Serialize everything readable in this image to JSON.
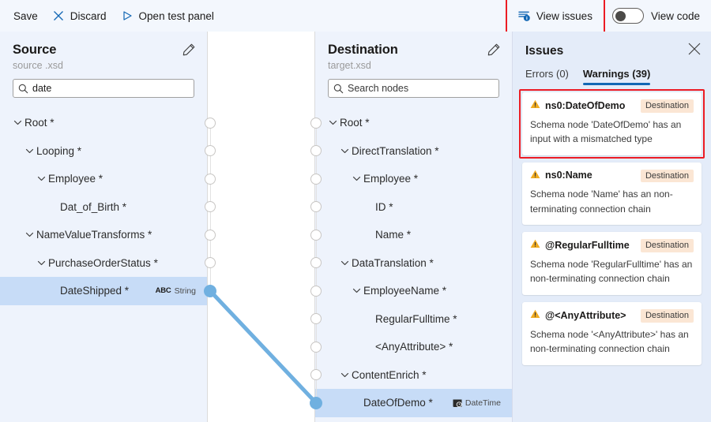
{
  "toolbar": {
    "save_label": "Save",
    "discard_label": "Discard",
    "open_test_panel_label": "Open test panel",
    "view_issues_label": "View issues",
    "view_code_label": "View code",
    "highlight_color": "#ec1c24",
    "accent_color": "#1267b4"
  },
  "source": {
    "title": "Source",
    "subtitle": "source .xsd",
    "search_value": "date",
    "search_placeholder": "Search nodes",
    "nodes": [
      {
        "label": "Root *",
        "indent": 0,
        "chevron": true,
        "selected": false,
        "type": ""
      },
      {
        "label": "Looping *",
        "indent": 1,
        "chevron": true,
        "selected": false,
        "type": ""
      },
      {
        "label": "Employee *",
        "indent": 2,
        "chevron": true,
        "selected": false,
        "type": ""
      },
      {
        "label": "Dat_of_Birth *",
        "indent": 3,
        "chevron": false,
        "selected": false,
        "type": ""
      },
      {
        "label": "NameValueTransforms *",
        "indent": 1,
        "chevron": true,
        "selected": false,
        "type": ""
      },
      {
        "label": "PurchaseOrderStatus *",
        "indent": 2,
        "chevron": true,
        "selected": false,
        "type": ""
      },
      {
        "label": "DateShipped *",
        "indent": 3,
        "chevron": false,
        "selected": true,
        "type": "String"
      }
    ]
  },
  "destination": {
    "title": "Destination",
    "subtitle": "target.xsd",
    "search_value": "",
    "search_placeholder": "Search nodes",
    "nodes": [
      {
        "label": "Root *",
        "indent": 0,
        "chevron": true,
        "selected": false,
        "type": ""
      },
      {
        "label": "DirectTranslation *",
        "indent": 1,
        "chevron": true,
        "selected": false,
        "type": ""
      },
      {
        "label": "Employee *",
        "indent": 2,
        "chevron": true,
        "selected": false,
        "type": ""
      },
      {
        "label": "ID *",
        "indent": 3,
        "chevron": false,
        "selected": false,
        "type": ""
      },
      {
        "label": "Name *",
        "indent": 3,
        "chevron": false,
        "selected": false,
        "type": ""
      },
      {
        "label": "DataTranslation *",
        "indent": 1,
        "chevron": true,
        "selected": false,
        "type": ""
      },
      {
        "label": "EmployeeName *",
        "indent": 2,
        "chevron": true,
        "selected": false,
        "type": ""
      },
      {
        "label": "RegularFulltime *",
        "indent": 3,
        "chevron": false,
        "selected": false,
        "type": ""
      },
      {
        "label": "<AnyAttribute> *",
        "indent": 3,
        "chevron": false,
        "selected": false,
        "type": ""
      },
      {
        "label": "ContentEnrich *",
        "indent": 1,
        "chevron": true,
        "selected": false,
        "type": ""
      },
      {
        "label": "DateOfDemo *",
        "indent": 2,
        "chevron": false,
        "selected": true,
        "type": "DateTime"
      }
    ]
  },
  "connection": {
    "from_node": "DateShipped *",
    "to_node": "DateOfDemo *",
    "color": "#70b0e0"
  },
  "issues": {
    "title": "Issues",
    "tabs": [
      {
        "label": "Errors (0)",
        "active": false
      },
      {
        "label": "Warnings (39)",
        "active": true
      }
    ],
    "items": [
      {
        "name": "ns0:DateOfDemo",
        "badge": "Destination",
        "description": "Schema node 'DateOfDemo' has an input with a mismatched type",
        "highlighted": true
      },
      {
        "name": "ns0:Name",
        "badge": "Destination",
        "description": "Schema node 'Name' has an non-terminating connection chain",
        "highlighted": false
      },
      {
        "name": "@RegularFulltime",
        "badge": "Destination",
        "description": "Schema node 'RegularFulltime' has an non-terminating connection chain",
        "highlighted": false
      },
      {
        "name": "@<AnyAttribute>",
        "badge": "Destination",
        "description": "Schema node '<AnyAttribute>' has an non-terminating connection chain",
        "highlighted": false
      }
    ]
  }
}
